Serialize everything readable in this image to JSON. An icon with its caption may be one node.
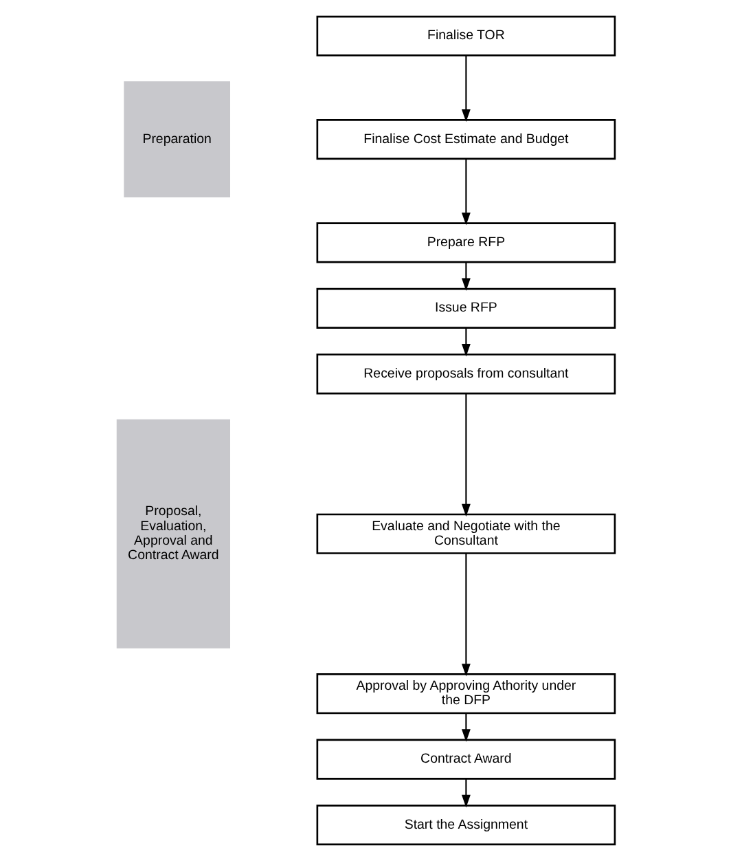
{
  "diagram": {
    "nodes": [
      {
        "text": [
          "Preparation"
        ]
      },
      {
        "text": [
          "Proposal, Evaluation, Approval and Contract Award"
        ]
      },
      {
        "text": [
          "Finalise TOR"
        ]
      },
      {
        "text": [
          "Finalise Cost Estimate and Budget"
        ]
      },
      {
        "text": [
          "Prepare RFP"
        ]
      },
      {
        "text": [
          "Issue RFP"
        ]
      },
      {
        "text": [
          "Receive proposals from consultant"
        ]
      },
      {
        "text": [
          "Evaluate and Negotiate with the Consultant"
        ]
      },
      {
        "text": [
          "Approval by Approving Athority under the DFP"
        ]
      },
      {
        "text": [
          "Contract Award"
        ]
      },
      {
        "text": [
          "Start the Assignment"
        ]
      }
    ],
    "edges": [
      {
        "from": 2,
        "to": 3,
        "arrow": "to"
      },
      {
        "from": 3,
        "to": 4,
        "arrow": "to"
      },
      {
        "from": 4,
        "to": 5,
        "arrow": "to"
      },
      {
        "from": 5,
        "to": 6,
        "arrow": "to"
      },
      {
        "from": 6,
        "to": 7,
        "arrow": "to"
      },
      {
        "from": 7,
        "to": 8,
        "arrow": "to"
      },
      {
        "from": 8,
        "to": 9,
        "arrow": "to"
      },
      {
        "from": 9,
        "to": 10,
        "arrow": "to"
      }
    ]
  }
}
